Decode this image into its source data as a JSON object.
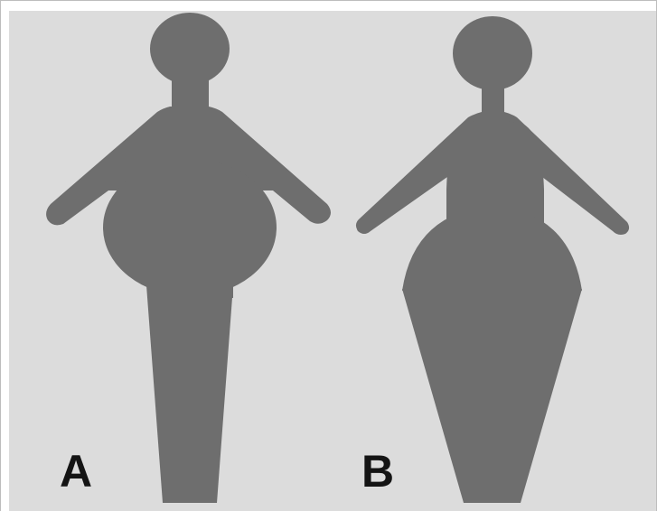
{
  "colors": {
    "background": "#dcdcdc",
    "silhouette": "#6e6e6e",
    "label_text": "#141414"
  },
  "figures": [
    {
      "id": "A",
      "label": "A"
    },
    {
      "id": "B",
      "label": "B"
    }
  ]
}
